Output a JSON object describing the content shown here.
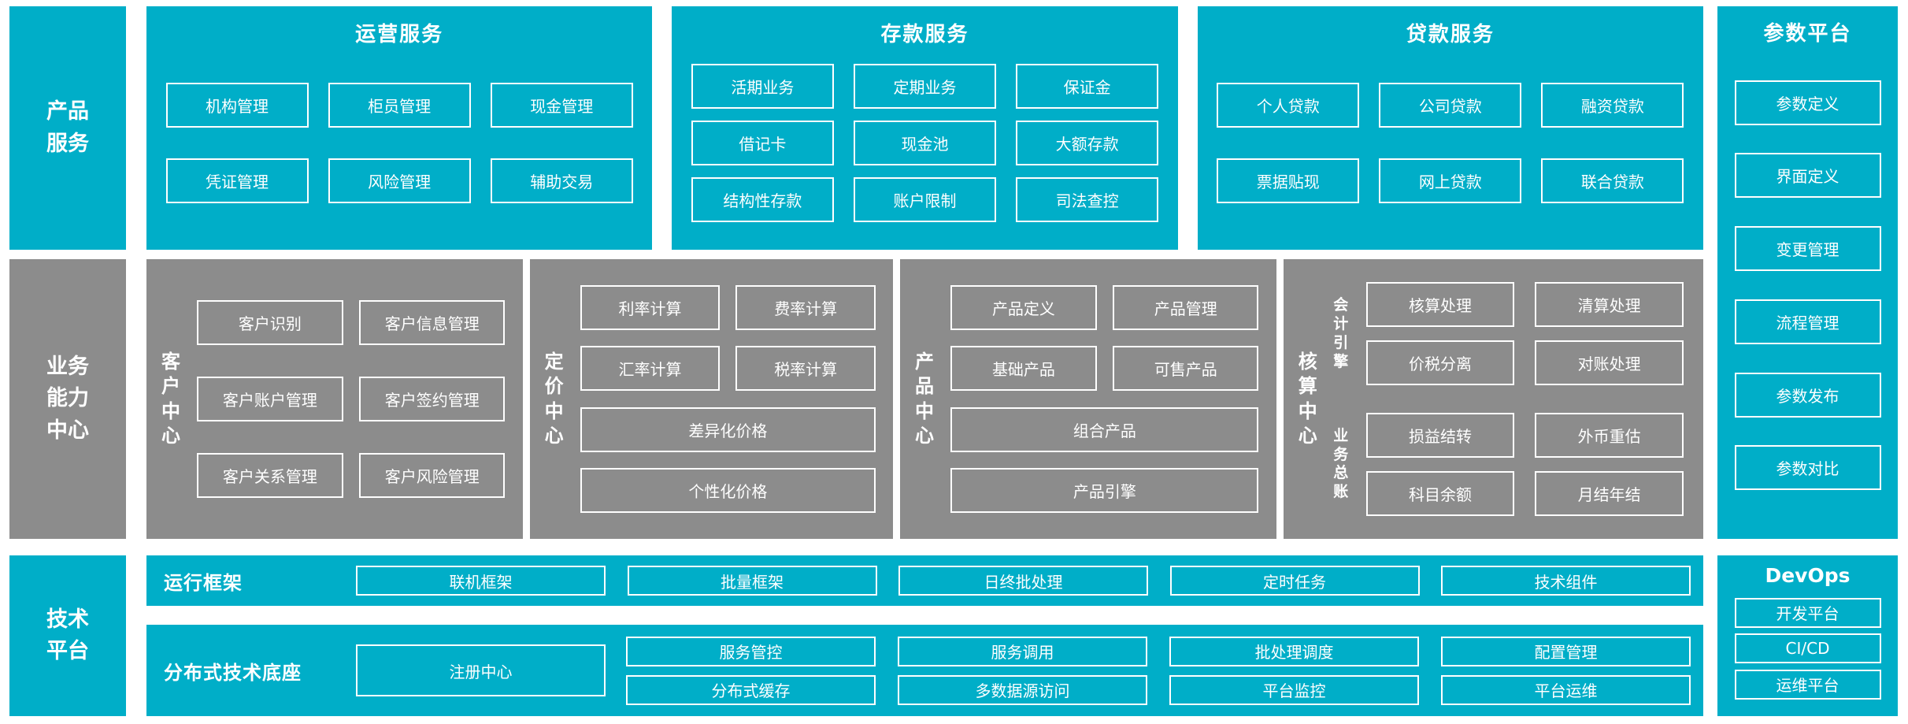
{
  "colors": {
    "teal": "#00AEC8",
    "gray": "#8C8C8C",
    "text": "#FFFFFF",
    "background": "#FFFFFF"
  },
  "rails": {
    "product_services": "产品服务",
    "business_capability": "业务能力中心",
    "tech_platform": "技术平台"
  },
  "top_row": {
    "operations": {
      "title": "运营服务",
      "items": [
        "机构管理",
        "柜员管理",
        "现金管理",
        "凭证管理",
        "风险管理",
        "辅助交易"
      ]
    },
    "deposit": {
      "title": "存款服务",
      "items": [
        "活期业务",
        "定期业务",
        "保证金",
        "借记卡",
        "现金池",
        "大额存款",
        "结构性存款",
        "账户限制",
        "司法查控"
      ]
    },
    "loan": {
      "title": "贷款服务",
      "items": [
        "个人贷款",
        "公司贷款",
        "融资贷款",
        "票据贴现",
        "网上贷款",
        "联合贷款"
      ]
    }
  },
  "param_platform": {
    "title": "参数平台",
    "items": [
      "参数定义",
      "界面定义",
      "变更管理",
      "流程管理",
      "参数发布",
      "参数对比"
    ]
  },
  "capability_row": {
    "customer": {
      "label": "客户中心",
      "items": [
        "客户识别",
        "客户信息管理",
        "客户账户管理",
        "客户签约管理",
        "客户关系管理",
        "客户风险管理"
      ]
    },
    "pricing": {
      "label": "定价中心",
      "small_items": [
        "利率计算",
        "费率计算",
        "汇率计算",
        "税率计算"
      ],
      "wide_items": [
        "差异化价格",
        "个性化价格"
      ]
    },
    "product": {
      "label": "产品中心",
      "small_items": [
        "产品定义",
        "产品管理",
        "基础产品",
        "可售产品"
      ],
      "wide_items": [
        "组合产品",
        "产品引擎"
      ]
    },
    "accounting": {
      "label": "核算中心",
      "groups": [
        {
          "label": "会计引擎",
          "items": [
            "核算处理",
            "清算处理",
            "价税分离",
            "对账处理"
          ]
        },
        {
          "label": "业务总账",
          "items": [
            "损益结转",
            "外币重估",
            "科目余额",
            "月结年结"
          ]
        }
      ]
    }
  },
  "tech_row": {
    "runtime": {
      "label": "运行框架",
      "items": [
        "联机框架",
        "批量框架",
        "日终批处理",
        "定时任务",
        "技术组件"
      ]
    },
    "distributed": {
      "label": "分布式技术底座",
      "registry": "注册中心",
      "rows": [
        [
          "服务管控",
          "服务调用",
          "批处理调度",
          "配置管理"
        ],
        [
          "分布式缓存",
          "多数据源访问",
          "平台监控",
          "平台运维"
        ]
      ]
    },
    "devops": {
      "title": "DevOps",
      "items": [
        "开发平台",
        "CI/CD",
        "运维平台"
      ]
    }
  }
}
